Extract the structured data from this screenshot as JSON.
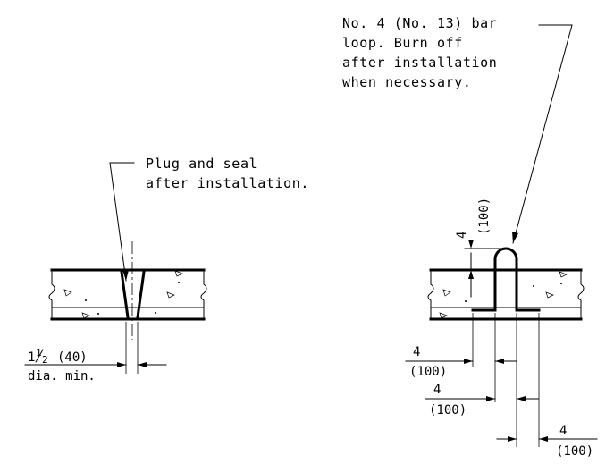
{
  "notes": {
    "bar_loop": [
      "No. 4 (No. 13) bar",
      "loop.  Burn off",
      "after installation",
      "when necessary."
    ],
    "plug_seal": [
      "Plug and seal",
      "after installation."
    ]
  },
  "dimensions": {
    "hole_whole": "1",
    "hole_frac_num": "1",
    "hole_frac_den": "2",
    "hole_metric": "(40)",
    "hole_suffix": "dia. min.",
    "loop_height": "4",
    "loop_height_metric": "(100)",
    "dim_a": "4",
    "dim_a_metric": "(100)",
    "dim_b": "4",
    "dim_b_metric": "(100)",
    "dim_c": "4",
    "dim_c_metric": "(100)"
  }
}
